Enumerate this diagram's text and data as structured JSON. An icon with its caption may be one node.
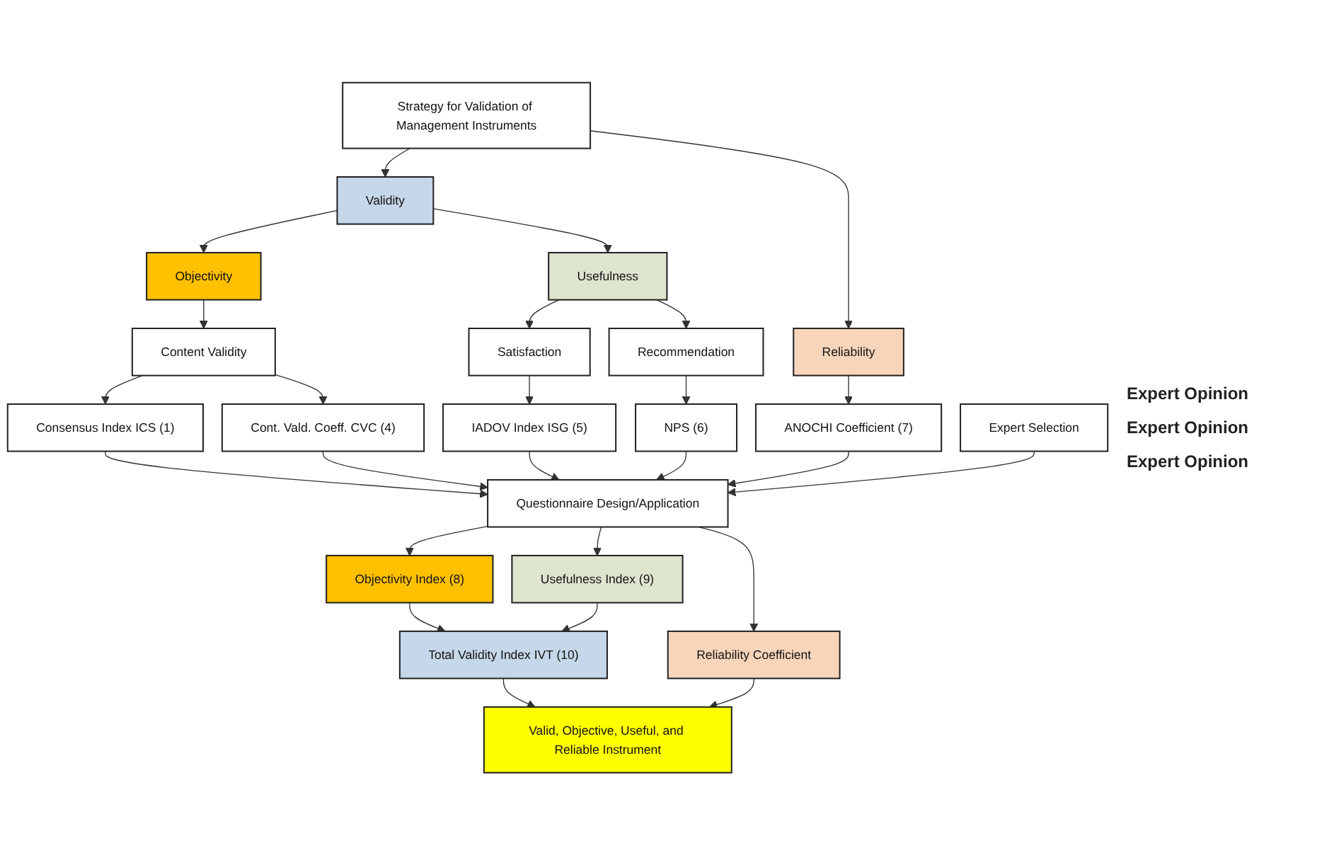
{
  "diagram": {
    "nodes": [
      {
        "text": [
          "Strategy for Validation of Management Instruments"
        ]
      },
      {
        "text": [
          "Validity"
        ]
      },
      {
        "text": [
          "Reliability"
        ]
      },
      {
        "text": [
          "Objectivity"
        ]
      },
      {
        "text": [
          "Usefulness"
        ]
      },
      {
        "text": [
          "ANOCHI Coefficient (7)"
        ]
      },
      {
        "text": [
          "Content Validity"
        ]
      },
      {
        "text": [
          "Satisfaction"
        ]
      },
      {
        "text": [
          "Recommendation"
        ]
      },
      {
        "text": [
          "Consensus Index ICS (1)"
        ]
      },
      {
        "text": [
          "Cont. Vald. Coeff. CVC (4)"
        ]
      },
      {
        "text": [
          "IADOV Index ISG (5)"
        ]
      },
      {
        "text": [
          "NPS (6)"
        ]
      },
      {
        "text": [
          "Questionnaire Design/Application"
        ]
      },
      {
        "text": [
          "Expert Selection"
        ]
      },
      {
        "text": [
          "Objectivity Index (8)"
        ]
      },
      {
        "text": [
          "Usefulness Index (9)"
        ]
      },
      {
        "text": [
          "Reliability Coefficient"
        ]
      },
      {
        "text": [
          "Total Validity Index IVT (10)"
        ]
      },
      {
        "text": [
          "Valid, Objective, Useful, and Reliable Instrument"
        ]
      }
    ],
    "edges": [
      {
        "from": 0,
        "to": 1,
        "arrow": "to"
      },
      {
        "from": 0,
        "to": 2,
        "arrow": "to"
      },
      {
        "from": 1,
        "to": 3,
        "arrow": "to"
      },
      {
        "from": 1,
        "to": 4,
        "arrow": "to"
      },
      {
        "from": 2,
        "to": 5,
        "arrow": "to"
      },
      {
        "from": 3,
        "to": 6,
        "arrow": "to"
      },
      {
        "from": 4,
        "to": 7,
        "arrow": "to"
      },
      {
        "from": 4,
        "to": 8,
        "arrow": "to"
      },
      {
        "from": 6,
        "to": 9,
        "arrow": "to"
      },
      {
        "from": 6,
        "to": 10,
        "arrow": "to"
      },
      {
        "from": 7,
        "to": 11,
        "arrow": "to"
      },
      {
        "from": 8,
        "to": 12,
        "arrow": "to"
      },
      {
        "from": 9,
        "to": 13,
        "arrow": "to"
      },
      {
        "from": 10,
        "to": 13,
        "arrow": "to"
      },
      {
        "from": 11,
        "to": 13,
        "arrow": "to"
      },
      {
        "from": 12,
        "to": 13,
        "arrow": "to"
      },
      {
        "from": 5,
        "to": 13,
        "arrow": "to"
      },
      {
        "from": 14,
        "to": 13,
        "arrow": "to"
      },
      {
        "from": 13,
        "to": 15,
        "arrow": "to"
      },
      {
        "from": 13,
        "to": 16,
        "arrow": "to"
      },
      {
        "from": 13,
        "to": 17,
        "arrow": "to"
      },
      {
        "from": 15,
        "to": 18,
        "arrow": "to"
      },
      {
        "from": 16,
        "to": 18,
        "arrow": "to"
      },
      {
        "from": 18,
        "to": 19,
        "arrow": "to"
      },
      {
        "from": 17,
        "to": 19,
        "arrow": "to"
      }
    ],
    "labels": [
      "Expert Opinion",
      "Expert Opinion",
      "Expert Opinion"
    ]
  }
}
